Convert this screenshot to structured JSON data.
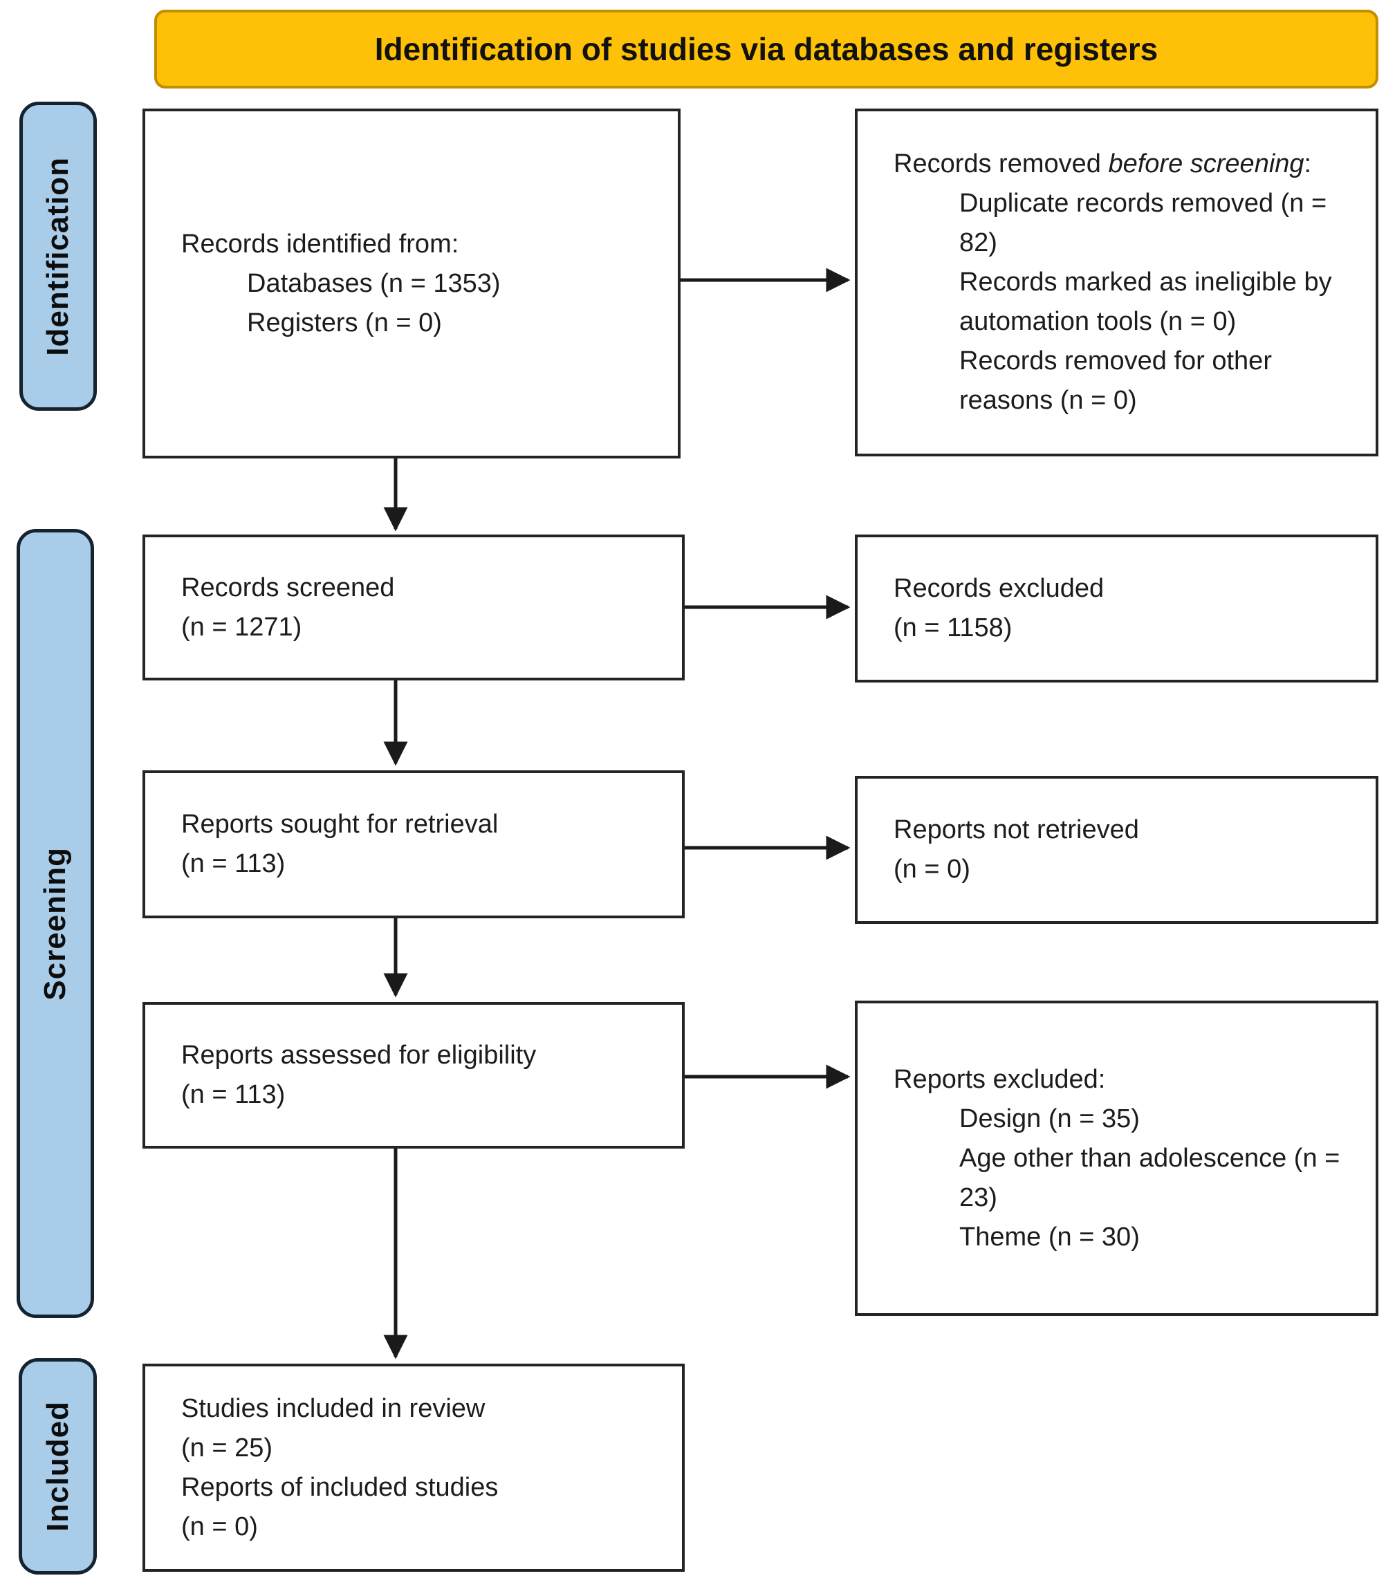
{
  "banner": {
    "title": "Identification of studies via databases and registers"
  },
  "colors": {
    "banner_bg": "#FFC107",
    "banner_border": "#C18E00",
    "stage_fill": "#A9CCE9",
    "stage_border": "#14232F",
    "box_border": "#242424",
    "arrow": "#1A1A1A"
  },
  "stages": [
    {
      "label": "Identification"
    },
    {
      "label": "Screening"
    },
    {
      "label": "Included"
    }
  ],
  "boxes": {
    "identified": {
      "intro": "Records identified from:",
      "items": [
        "Databases (n = 1353)",
        "Registers (n = 0)"
      ]
    },
    "removed_before_screening": {
      "prefix": "Records removed ",
      "emphasis": "before screening",
      "suffix": ":",
      "items": [
        "Duplicate records removed (n = 82)",
        "Records marked as ineligible by automation tools (n = 0)",
        "Records removed for other reasons (n = 0)"
      ]
    },
    "screened": {
      "lines": [
        "Records screened",
        "(n = 1271)"
      ]
    },
    "records_excluded": {
      "lines": [
        "Records excluded",
        "(n = 1158)"
      ]
    },
    "sought": {
      "lines": [
        "Reports sought for retrieval",
        "(n = 113)"
      ]
    },
    "not_retrieved": {
      "lines": [
        "Reports not retrieved",
        "(n = 0)"
      ]
    },
    "assessed": {
      "lines": [
        "Reports assessed for eligibility",
        "(n = 113)"
      ]
    },
    "reports_excluded": {
      "heading": "Reports excluded:",
      "items": [
        "Design (n = 35)",
        "Age other than adolescence (n = 23)",
        "Theme (n = 30)"
      ]
    },
    "included": {
      "lines": [
        "Studies included in review",
        "(n = 25)",
        "Reports of included studies",
        "(n = 0)"
      ]
    }
  }
}
